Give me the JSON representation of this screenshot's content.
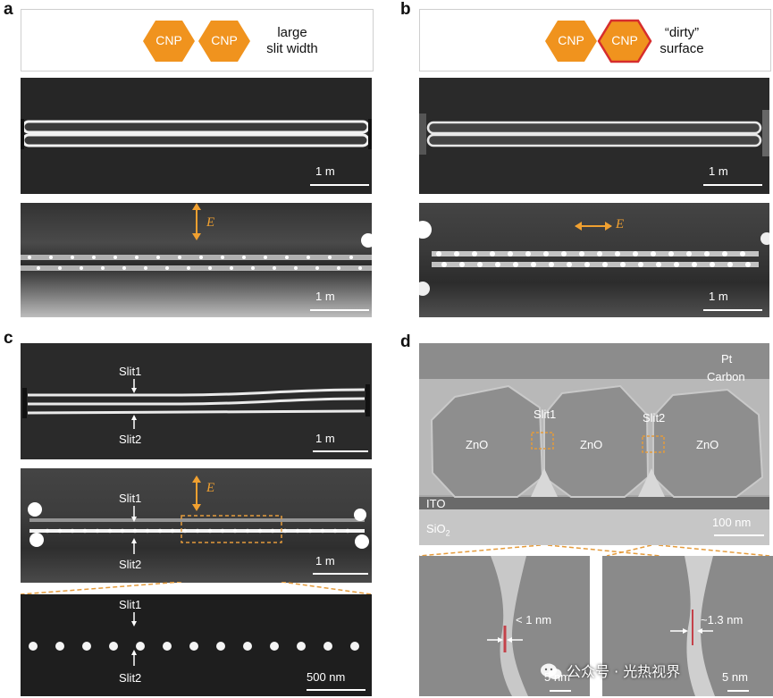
{
  "panels": {
    "a": {
      "letter": "a",
      "hex_labels": [
        "CNP",
        "CNP"
      ],
      "schematic_text_line1": "large",
      "schematic_text_line2": "slit width",
      "scale_top": "1   m",
      "scale_bottom": "1   m",
      "field_label": "E"
    },
    "b": {
      "letter": "b",
      "hex_labels": [
        "CNP",
        "CNP"
      ],
      "schematic_text_line1": "“dirty”",
      "schematic_text_line2": "surface",
      "scale_top": "1   m",
      "scale_bottom": "1   m",
      "field_label": "E"
    },
    "c": {
      "letter": "c",
      "slit1": "Slit1",
      "slit2": "Slit2",
      "scale_sem": "1   m",
      "scale_dark": "1   m",
      "scale_zoom": "500 nm",
      "field_label": "E"
    },
    "d": {
      "letter": "d",
      "pt": "Pt",
      "carbon": "Carbon",
      "zno": [
        "ZnO",
        "ZnO",
        "ZnO"
      ],
      "slit1": "Slit1",
      "slit2": "Slit2",
      "ito": "ITO",
      "sio2": "SiO",
      "sio2_sub": "2",
      "scale_main": "100 nm",
      "gap1": "< 1 nm",
      "gap2": "~1.3 nm",
      "scale_inset1": "5 nm",
      "scale_inset2": "5 nm"
    }
  },
  "watermark": "公众号 · 光热视界",
  "colors": {
    "hex_fill": "#f0931e",
    "hex_dirty_stroke": "#d62d2d",
    "field_arrow": "#f0a030",
    "zoom_box": "#e49b3c"
  }
}
